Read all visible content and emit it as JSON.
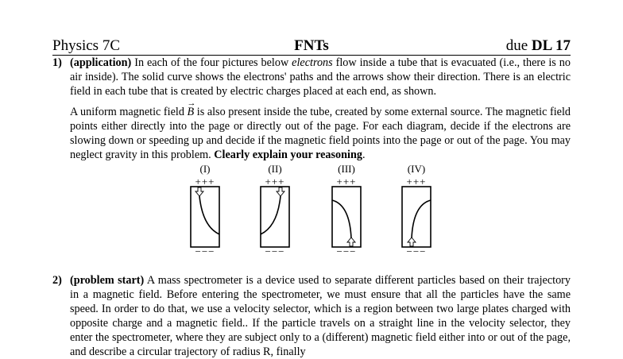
{
  "header": {
    "course": "Physics 7C",
    "title": "FNTs",
    "due_prefix": "due ",
    "due_value": "DL 17"
  },
  "question1": {
    "number": "1)",
    "tag": "(application)",
    "text_a": " In each of the four pictures below ",
    "text_em": "electrons",
    "text_b": " flow inside a tube that is evacuated (i.e., there is no air inside).  The solid curve shows the electrons' paths and the arrows show their direction. There is an electric field in each tube that is created by electric charges placed at each end, as shown.",
    "text_c": "A uniform magnetic field ",
    "vector_symbol": "B",
    "text_d": " is also present inside the tube, created by some external source. The magnetic field points either directly into the page or directly out of the page. For each diagram, decide if the electrons are slowing down or speeding up and decide if the magnetic field points into the page or out of the page.  You may neglect gravity in this problem.  ",
    "text_bold_end": "Clearly explain your reasoning",
    "text_end": "."
  },
  "diagrams": [
    {
      "label": "(I)",
      "top_charge": "+++",
      "bottom_charge": "−−−"
    },
    {
      "label": "(II)",
      "top_charge": "+++",
      "bottom_charge": "−−−"
    },
    {
      "label": "(III)",
      "top_charge": "+++",
      "bottom_charge": "−−−"
    },
    {
      "label": "(IV)",
      "top_charge": "+++",
      "bottom_charge": "−−−"
    }
  ],
  "question2": {
    "number": "2)",
    "tag": "(problem start)",
    "text": " A mass spectrometer is a device used to separate different particles based on their trajectory in a magnetic field. Before entering the spectrometer, we must ensure that all the particles have the same speed. In order to do that, we use a velocity selector, which is a region between two large plates charged with opposite charge and a magnetic field.. If the particle travels on a straight line in the velocity selector, they enter the spectrometer, where they are subject only to a (different) magnetic field either into or out of the page, and describe a circular trajectory of radius R, finally"
  }
}
